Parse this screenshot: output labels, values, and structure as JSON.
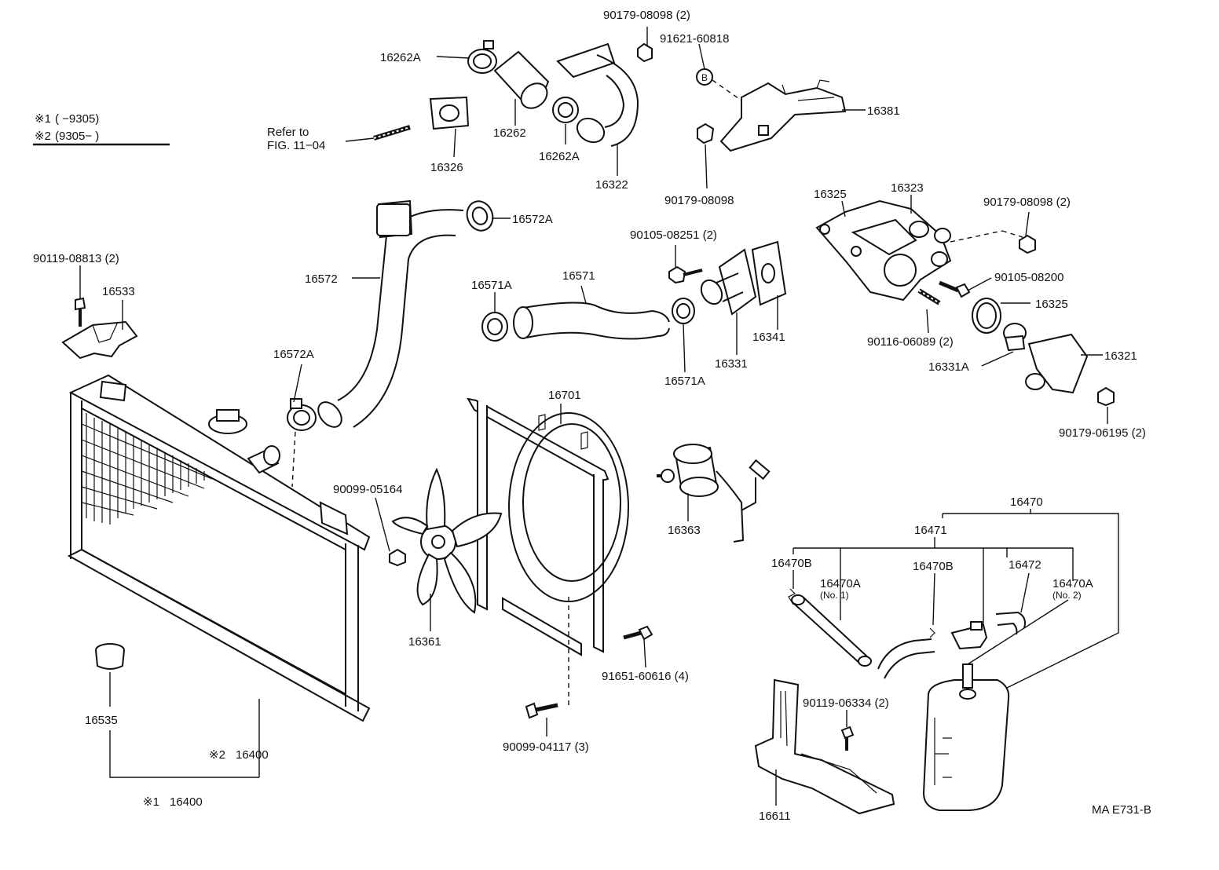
{
  "legend": {
    "line1_mark": "※1",
    "line1_text": "(        −9305)",
    "line2_mark": "※2",
    "line2_text": "(9305−         )"
  },
  "refer": {
    "line1": "Refer to",
    "line2": "FIG. 11−04"
  },
  "diagram_code": "MA E731-B",
  "callouts": {
    "c_90179_08098_2_top": "90179-08098 (2)",
    "c_91621_60818": "91621-60818",
    "c_B": "B",
    "c_16262A_top": "16262A",
    "c_16326": "16326",
    "c_16262": "16262",
    "c_16262A_mid": "16262A",
    "c_16322": "16322",
    "c_16381": "16381",
    "c_90179_08098": "90179-08098",
    "c_16572A_top": "16572A",
    "c_16572": "16572",
    "c_16572A_mid": "16572A",
    "c_90119_08813": "90119-08813 (2)",
    "c_16533": "16533",
    "c_16571A_l": "16571A",
    "c_16571": "16571",
    "c_16571A_r": "16571A",
    "c_90105_08251": "90105-08251 (2)",
    "c_16331": "16331",
    "c_16341": "16341",
    "c_16325_a": "16325",
    "c_16323": "16323",
    "c_90179_08098_2_right": "90179-08098 (2)",
    "c_90105_08200": "90105-08200",
    "c_16325_b": "16325",
    "c_90116_06089": "90116-06089 (2)",
    "c_16331A": "16331A",
    "c_16321": "16321",
    "c_90179_06195": "90179-06195 (2)",
    "c_16701": "16701",
    "c_90099_05164": "90099-05164",
    "c_16363": "16363",
    "c_16361": "16361",
    "c_91651_60616": "91651-60616 (4)",
    "c_90099_04117": "90099-04117 (3)",
    "c_16470": "16470",
    "c_16471": "16471",
    "c_16470B_l": "16470B",
    "c_16470A_l": "16470A",
    "c_no1": "(No. 1)",
    "c_16470B_r": "16470B",
    "c_16472": "16472",
    "c_16470A_r": "16470A",
    "c_no2": "(No. 2)",
    "c_90119_06334": "90119-06334 (2)",
    "c_16611": "16611",
    "c_16535": "16535",
    "c_16400_2_mark": "※2",
    "c_16400_2": "16400",
    "c_16400_1_mark": "※1",
    "c_16400_1": "16400"
  }
}
